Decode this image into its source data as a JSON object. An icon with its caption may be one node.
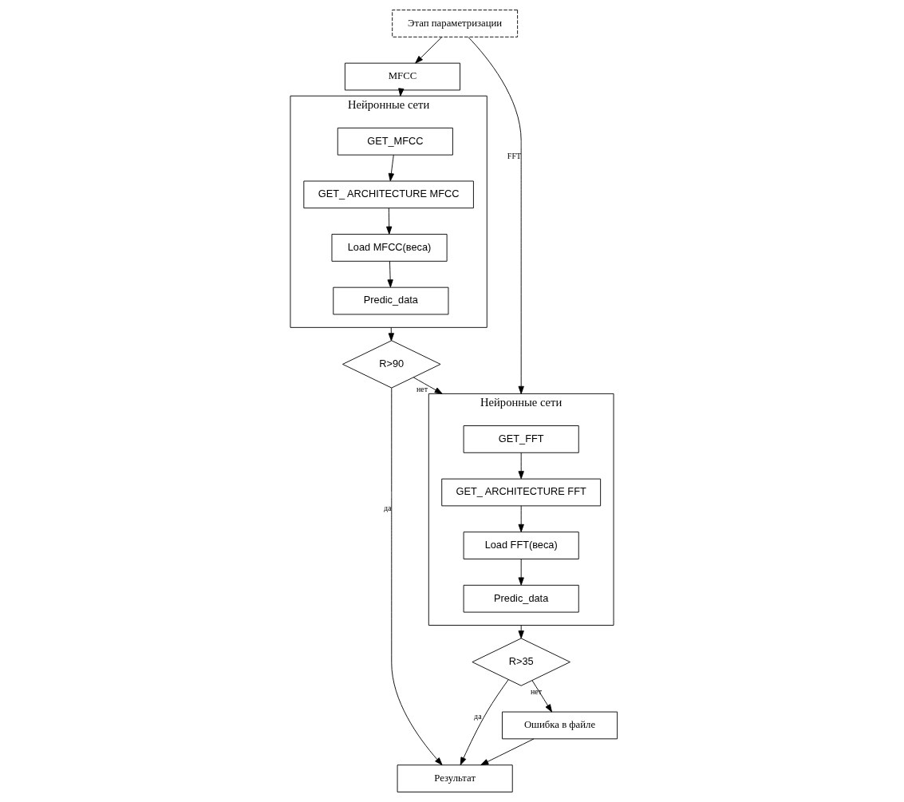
{
  "diagram": {
    "nodes": [
      {
        "text": [
          "Этап параметризации"
        ]
      },
      {
        "text": [
          "MFCC"
        ]
      },
      {
        "text": [
          "Нейронные сети"
        ]
      },
      {
        "text": [
          "GET_MFCC"
        ],
        "in": 2
      },
      {
        "text": [
          "GET_ ARCHITECTURE MFCC"
        ],
        "in": 2
      },
      {
        "text": [
          "Load MFCC(веса)"
        ],
        "in": 2
      },
      {
        "text": [
          "Predic_data"
        ],
        "in": 2
      },
      {
        "text": [
          "Нейронные сети"
        ]
      },
      {
        "text": [
          "GET_FFT"
        ],
        "in": 7
      },
      {
        "text": [
          "GET_ ARCHITECTURE FFT"
        ],
        "in": 7
      },
      {
        "text": [
          "Load FFT(веса)"
        ],
        "in": 7
      },
      {
        "text": [
          "Predic_data"
        ],
        "in": 7
      },
      {
        "text": [
          "R>90"
        ]
      },
      {
        "text": [
          "R>35"
        ]
      },
      {
        "text": [
          "Ошибка в файле"
        ]
      },
      {
        "text": [
          "Результат"
        ]
      }
    ],
    "edges": [
      {
        "from": 0,
        "to": 1,
        "arrow": "to"
      },
      {
        "from": 0,
        "to": 7,
        "arrow": "to",
        "label": "FFT"
      },
      {
        "from": 1,
        "to": 2,
        "arrow": "to"
      },
      {
        "from": 3,
        "to": 4,
        "arrow": "to"
      },
      {
        "from": 4,
        "to": 5,
        "arrow": "to"
      },
      {
        "from": 5,
        "to": 6,
        "arrow": "to"
      },
      {
        "from": 8,
        "to": 9,
        "arrow": "to"
      },
      {
        "from": 9,
        "to": 10,
        "arrow": "to"
      },
      {
        "from": 10,
        "to": 11,
        "arrow": "to"
      },
      {
        "from": 2,
        "to": 12,
        "arrow": "to"
      },
      {
        "from": 12,
        "to": 7,
        "arrow": "to",
        "label": "нет"
      },
      {
        "from": 12,
        "to": 15,
        "arrow": "to",
        "label": "да"
      },
      {
        "from": 7,
        "to": 13,
        "arrow": "to"
      },
      {
        "from": 13,
        "to": 15,
        "arrow": "to",
        "label": "да"
      },
      {
        "from": 13,
        "to": 14,
        "arrow": "to",
        "label": "нет"
      },
      {
        "from": 14,
        "to": 15,
        "arrow": "to"
      }
    ]
  }
}
